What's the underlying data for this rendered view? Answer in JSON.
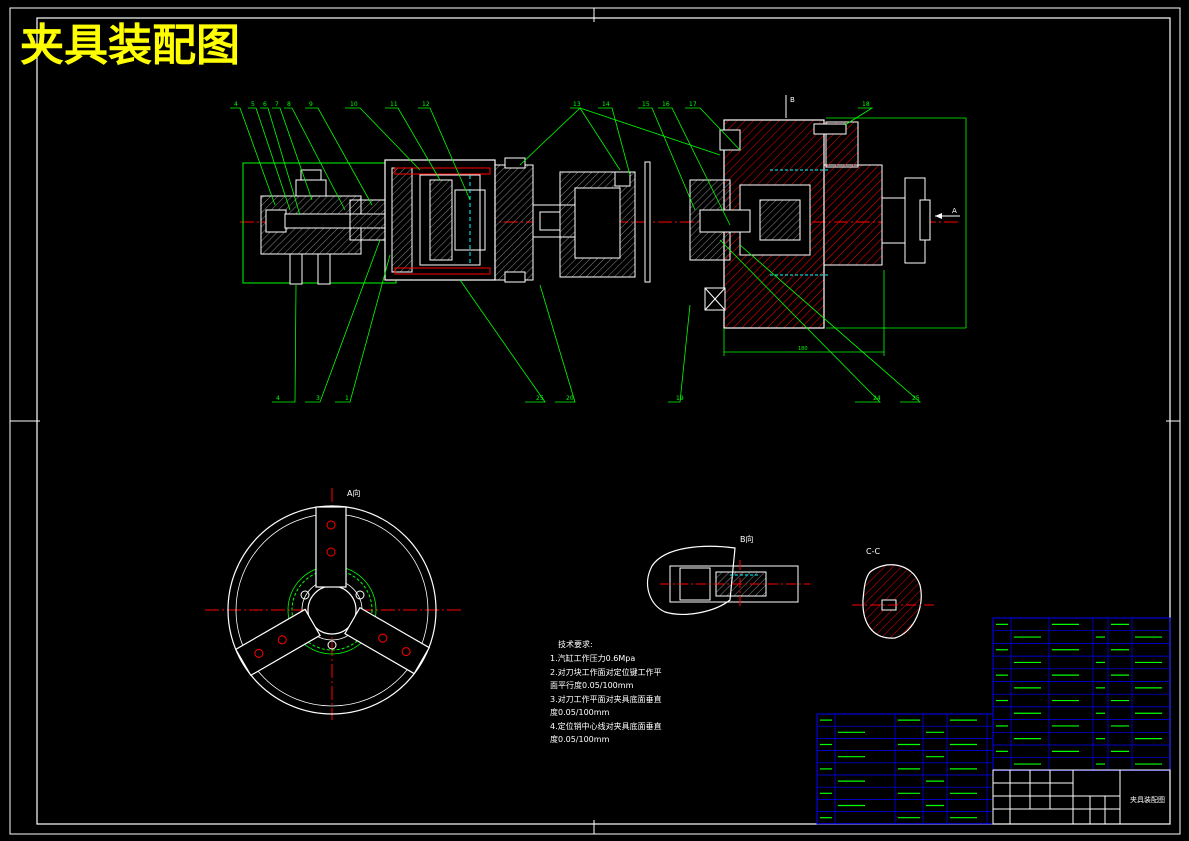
{
  "drawing": {
    "title": "夹具装配图",
    "main_view_labels": [
      "4",
      "5",
      "6",
      "7",
      "8",
      "9",
      "10",
      "11",
      "12",
      "13",
      "14",
      "15",
      "16",
      "17",
      "18"
    ],
    "bottom_labels_left": [
      "4",
      "3",
      "1"
    ],
    "bottom_labels_right": [
      "25",
      "20",
      "19"
    ],
    "bottom_labels_far": [
      "24",
      "25"
    ],
    "section_mark_b": "B",
    "arrow_mark_a": "A",
    "dimension_bottom": "180",
    "view_a_label": "A向",
    "view_b_label": "B向",
    "view_cc_label": "C-C"
  },
  "tech_requirements": {
    "heading": "技术要求:",
    "items": [
      "1.汽缸工作压力0.6Mpa",
      "2.对刀块工作面对定位键工作平",
      "   面平行度0.05/100mm",
      "3.对刀工作平面对夹具底面垂直",
      "   度0.05/100mm",
      "4.定位销中心线对夹具底面垂直",
      "   度0.05/100mm"
    ]
  },
  "title_block": {
    "drawing_name": "夹具装配图"
  },
  "colors": {
    "background": "#000000",
    "frame": "#ffffff",
    "title": "#ffff00",
    "leader": "#00ff00",
    "center": "#ff0000",
    "hatch": "#ff0000",
    "table": "#0000ff",
    "hidden": "#00ffff"
  }
}
